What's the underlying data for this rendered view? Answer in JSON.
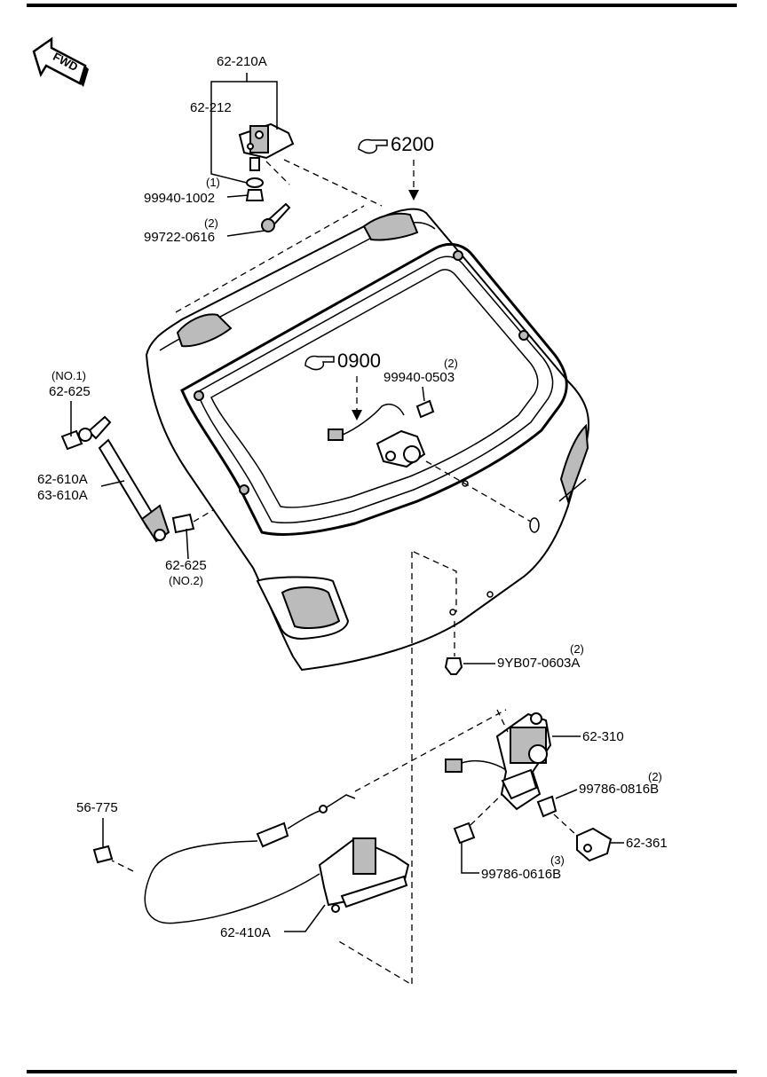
{
  "fwd": "FWD",
  "refs": {
    "liftgate": "6200",
    "harness": "0900"
  },
  "callouts": {
    "hinge_assy": "62-210A",
    "hinge": "62-212",
    "nut_qty": "(1)",
    "nut": "99940-1002",
    "bolt_qty": "(2)",
    "bolt": "99722-0616",
    "stay_damper_a": "62-610A",
    "stay_damper_b": "63-610A",
    "ball_no1_tag": "(NO.1)",
    "ball_no1": "62-625",
    "ball_no2": "62-625",
    "ball_no2_tag": "(NO.2)",
    "harness_nut_qty": "(2)",
    "harness_nut": "99940-0503",
    "clip_qty": "(2)",
    "clip": "9YB07-0603A",
    "latch": "62-310",
    "striker_bolt_qty": "(2)",
    "striker_bolt": "99786-0816B",
    "striker": "62-361",
    "latch_bolt_qty": "(3)",
    "latch_bolt": "99786-0616B",
    "cable_clip": "56-775",
    "handle": "62-410A"
  }
}
